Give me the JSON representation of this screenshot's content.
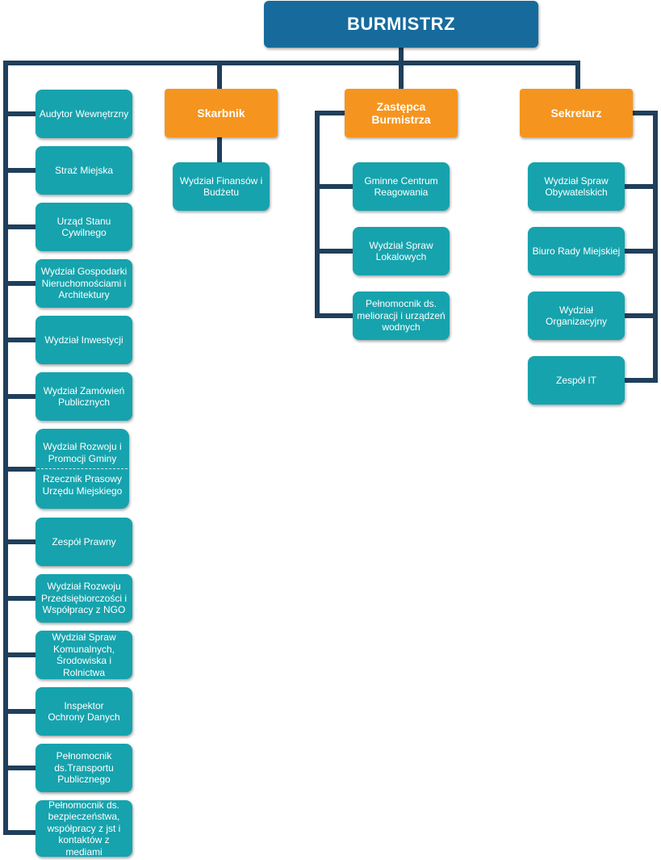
{
  "colors": {
    "connector": "#1f3f5b",
    "head": "#176b9c",
    "deputy": "#f5951f",
    "unit": "#16a3ad"
  },
  "head": {
    "label": "BURMISTRZ"
  },
  "deputies": [
    {
      "label": "Skarbnik"
    },
    {
      "label": "Zastępca Burmistrza"
    },
    {
      "label": "Sekretarz"
    }
  ],
  "direct_units": [
    {
      "label": "Audytor Wewnętrzny"
    },
    {
      "label": "Straż Miejska"
    },
    {
      "label": "Urząd Stanu Cywilnego"
    },
    {
      "label": "Wydział Gospodarki Nieruchomościami i Architektury"
    },
    {
      "label": "Wydział Inwestycji"
    },
    {
      "label": "Wydział Zamówień Publicznych"
    },
    {
      "label": "Wydział Rozwoju i Promocji Gminy",
      "label2": "Rzecznik Prasowy Urzędu Miejskiego"
    },
    {
      "label": "Zespół Prawny"
    },
    {
      "label": "Wydział Rozwoju Przedsiębiorczości i Współpracy z NGO"
    },
    {
      "label": "Wydział Spraw Komunalnych, Środowiska i Rolnictwa"
    },
    {
      "label": "Inspektor Ochrony Danych"
    },
    {
      "label": "Pełnomocnik ds.Transportu Publicznego"
    },
    {
      "label": "Pełnomocnik ds. bezpieczeństwa, współpracy z jst i kontaktów z mediami"
    }
  ],
  "skarbnik_units": [
    {
      "label": "Wydział Finansów i Budżetu"
    }
  ],
  "zastepca_units": [
    {
      "label": "Gminne Centrum Reagowania"
    },
    {
      "label": "Wydział Spraw Lokalowych"
    },
    {
      "label": "Pełnomocnik ds. melioracji i urządzeń wodnych"
    }
  ],
  "sekretarz_units": [
    {
      "label": "Wydział Spraw Obywatelskich"
    },
    {
      "label": "Biuro Rady Miejskiej"
    },
    {
      "label": "Wydział Organizacyjny"
    },
    {
      "label": "Zespół IT"
    }
  ]
}
